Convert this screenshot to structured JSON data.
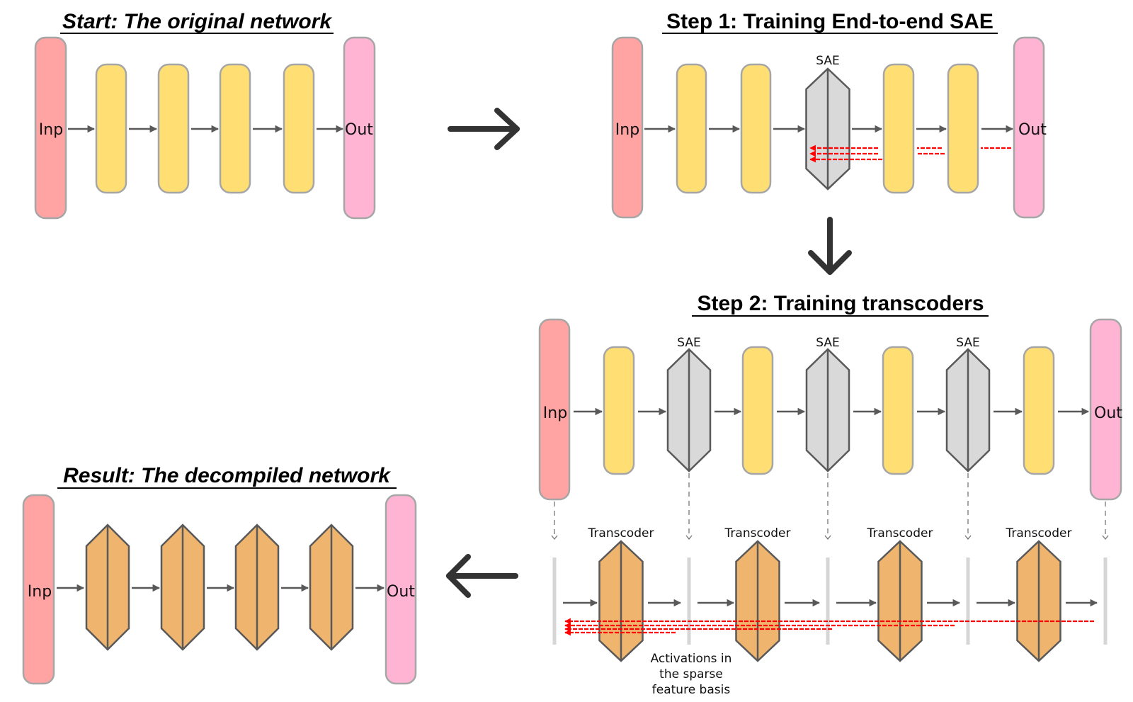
{
  "colors": {
    "input": "#ffa3a3",
    "output": "#ffb4d4",
    "layer": "#ffdf73",
    "sae": "#d9d9d9",
    "transcoder": "#efb46d",
    "node_stroke": "#a6a6a6",
    "shape_stroke": "#595959",
    "arrow": "#595959",
    "big_arrow": "#333333",
    "gradient": "#ff0000",
    "divider": "#d6d6d6"
  },
  "panels": {
    "start": {
      "title": "Start: The original network",
      "input_label": "Inp",
      "output_label": "Out",
      "hidden_layers": 4
    },
    "step1": {
      "title": "Step 1: Training End-to-end SAE",
      "input_label": "Inp",
      "output_label": "Out",
      "sae_label": "SAE",
      "hidden_layers": 4,
      "sae_position_after_layer": 2
    },
    "step2": {
      "title": "Step 2: Training transcoders",
      "input_label": "Inp",
      "output_label": "Out",
      "sae_labels": [
        "SAE",
        "SAE",
        "SAE"
      ],
      "transcoder_labels": [
        "Transcoder",
        "Transcoder",
        "Transcoder",
        "Transcoder"
      ],
      "note_lines": [
        "Activations in",
        "the sparse",
        "feature basis"
      ]
    },
    "result": {
      "title": "Result: The decompiled network",
      "input_label": "Inp",
      "output_label": "Out",
      "transcoders": 4
    }
  },
  "flow_arrows": [
    {
      "from": "start",
      "to": "step1",
      "direction": "right"
    },
    {
      "from": "step1",
      "to": "step2",
      "direction": "down"
    },
    {
      "from": "step2",
      "to": "result",
      "direction": "left"
    }
  ]
}
